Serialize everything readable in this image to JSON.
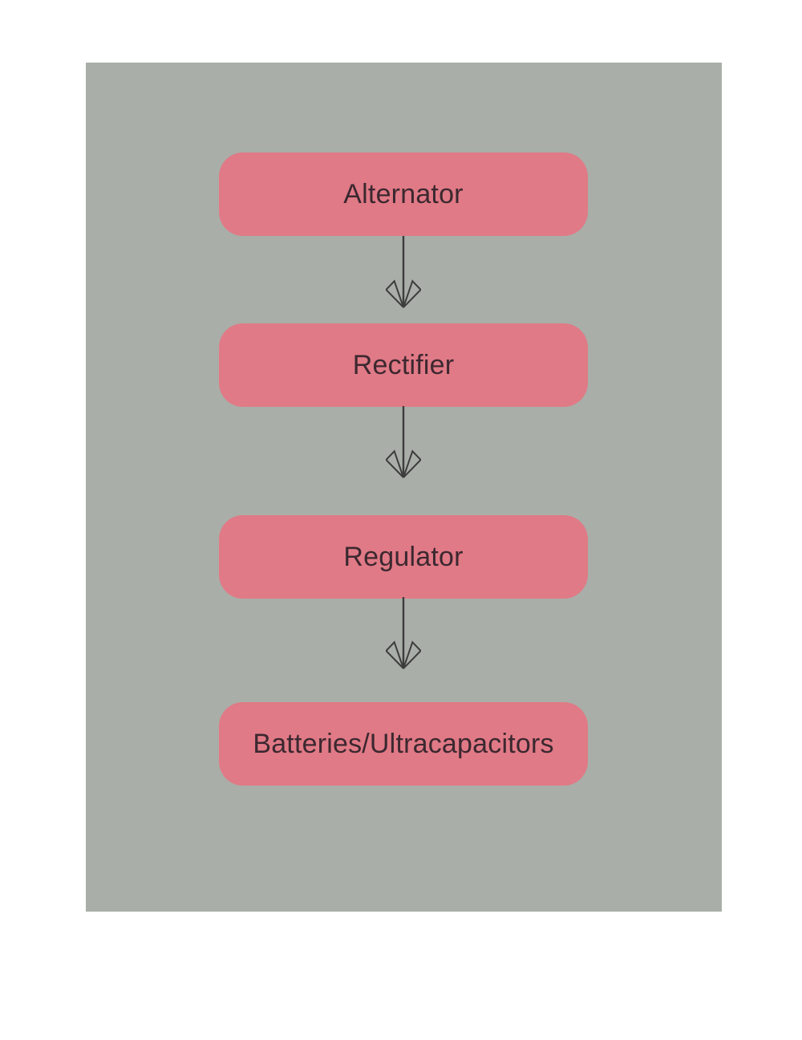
{
  "diagram": {
    "type": "flowchart",
    "direction": "top-down",
    "nodes": [
      {
        "id": "alternator",
        "label": "Alternator"
      },
      {
        "id": "rectifier",
        "label": "Rectifier"
      },
      {
        "id": "regulator",
        "label": "Regulator"
      },
      {
        "id": "batteries-ultracapacitors",
        "label": "Batteries/Ultracapacitors"
      }
    ],
    "edges": [
      {
        "from": "alternator",
        "to": "rectifier",
        "style": "open-wing-arrow"
      },
      {
        "from": "rectifier",
        "to": "regulator",
        "style": "open-wing-arrow"
      },
      {
        "from": "regulator",
        "to": "batteries-ultracapacitors",
        "style": "open-wing-arrow"
      }
    ],
    "colors": {
      "page": "#ffffff",
      "canvas": "#a9aea8",
      "node_fill": "#e07a86",
      "node_text": "#3c2830",
      "arrow": "#3d3d3d"
    }
  }
}
